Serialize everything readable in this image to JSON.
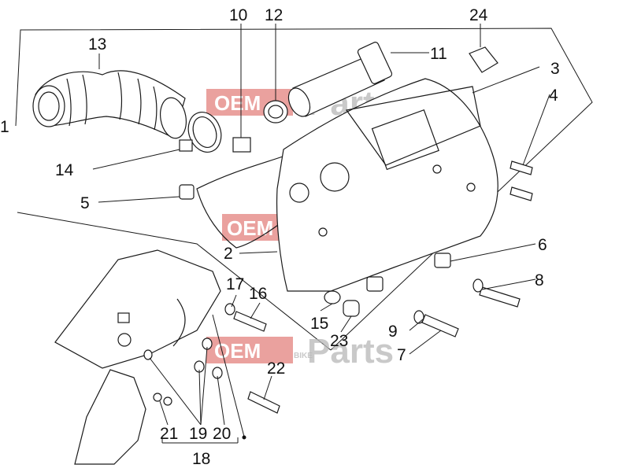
{
  "diagram": {
    "callouts": [
      "1",
      "2",
      "3",
      "4",
      "5",
      "6",
      "7",
      "8",
      "9",
      "10",
      "11",
      "12",
      "13",
      "14",
      "15",
      "16",
      "17",
      "18",
      "19",
      "20",
      "21",
      "22",
      "23",
      "24"
    ]
  },
  "watermark": {
    "brand": "OEM",
    "tag": "BIKE",
    "word": "Parts"
  }
}
